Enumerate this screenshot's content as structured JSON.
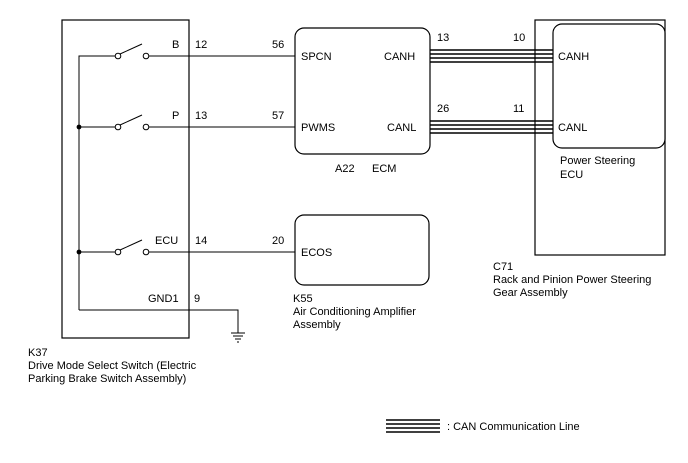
{
  "k37": {
    "code": "K37",
    "name_line1": "Drive Mode Select Switch (Electric",
    "name_line2": "Parking Brake Switch Assembly)",
    "switches": [
      {
        "label": "B",
        "pin": "12"
      },
      {
        "label": "P",
        "pin": "13"
      },
      {
        "label": "ECU",
        "pin": "14"
      }
    ],
    "ground": {
      "label": "GND1",
      "pin": "9"
    }
  },
  "a22": {
    "code": "A22",
    "name": "ECM",
    "pins": [
      {
        "num": "56",
        "label": "SPCN"
      },
      {
        "num": "57",
        "label": "PWMS"
      }
    ],
    "can": [
      {
        "label": "CANH",
        "pin": "13"
      },
      {
        "label": "CANL",
        "pin": "26"
      }
    ]
  },
  "k55": {
    "code": "K55",
    "name_line1": "Air Conditioning Amplifier",
    "name_line2": "Assembly",
    "pin": {
      "num": "20",
      "label": "ECOS"
    }
  },
  "c71": {
    "code": "C71",
    "name_line1": "Rack and Pinion Power Steering",
    "name_line2": "Gear Assembly",
    "inner_line1": "Power Steering",
    "inner_line2": "ECU",
    "can": [
      {
        "label": "CANH",
        "pin": "10"
      },
      {
        "label": "CANL",
        "pin": "11"
      }
    ]
  },
  "legend": {
    "text": ": CAN Communication Line"
  }
}
